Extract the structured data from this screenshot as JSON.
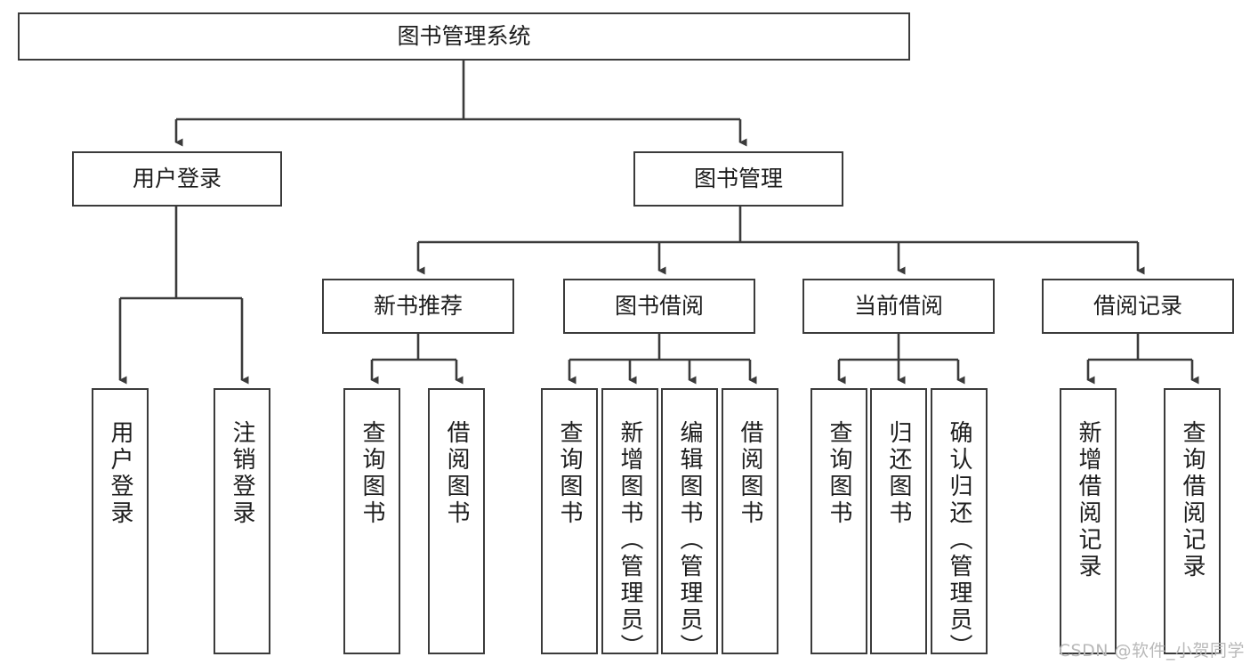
{
  "diagram": {
    "title": "图书管理系统",
    "type": "hierarchy-tree",
    "watermark": "CSDN @软件_小贺同学",
    "levels": {
      "root": {
        "label": "图书管理系统"
      },
      "level2": [
        {
          "label": "用户登录"
        },
        {
          "label": "图书管理"
        }
      ],
      "level3": [
        {
          "label": "新书推荐"
        },
        {
          "label": "图书借阅"
        },
        {
          "label": "当前借阅"
        },
        {
          "label": "借阅记录"
        }
      ],
      "leaves_user_login": [
        {
          "label": "用户登录"
        },
        {
          "label": "注销登录"
        }
      ],
      "leaves_new_book": [
        {
          "label": "查询图书"
        },
        {
          "label": "借阅图书"
        }
      ],
      "leaves_borrow": [
        {
          "label": "查询图书"
        },
        {
          "label": "新增图书（管理员）"
        },
        {
          "label": "编辑图书（管理员）"
        },
        {
          "label": "借阅图书"
        }
      ],
      "leaves_current": [
        {
          "label": "查询图书"
        },
        {
          "label": "归还图书"
        },
        {
          "label": "确认归还（管理员）"
        }
      ],
      "leaves_records": [
        {
          "label": "新增借阅记录"
        },
        {
          "label": "查询借阅记录"
        }
      ]
    },
    "colors": {
      "border": "#3b3b3b",
      "background": "#ffffff",
      "text": "#1d1d1d",
      "connector": "#3b3b3b",
      "watermark": "#b9b9b9"
    }
  }
}
